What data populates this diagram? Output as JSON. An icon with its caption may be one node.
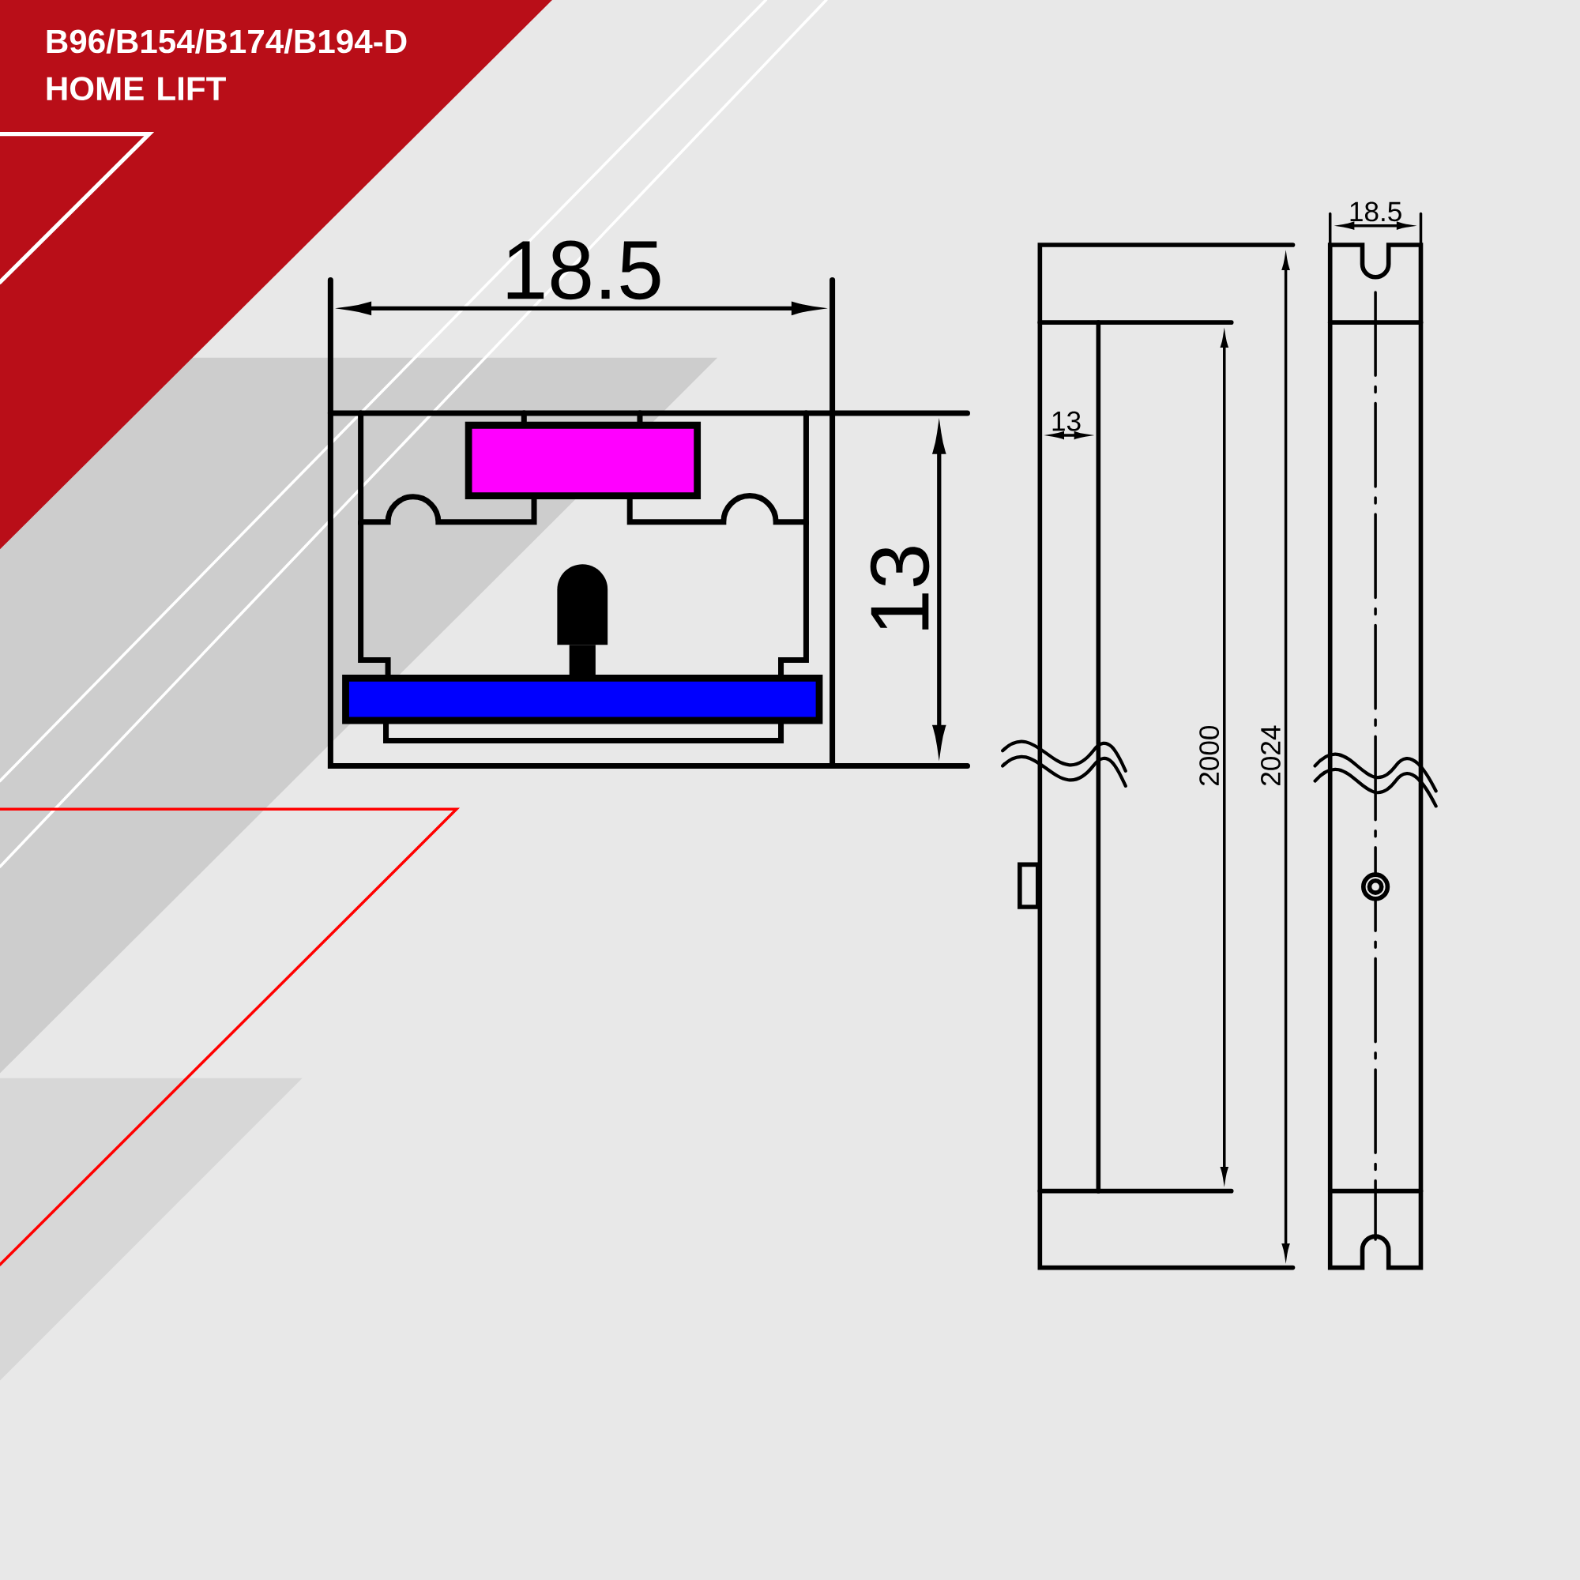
{
  "diagram": {
    "title": "B96/B154/B174/B194-D HOME LIFT",
    "labels": [
      "18.5",
      "13",
      "13",
      "2000",
      "2024",
      "18.5"
    ]
  }
}
